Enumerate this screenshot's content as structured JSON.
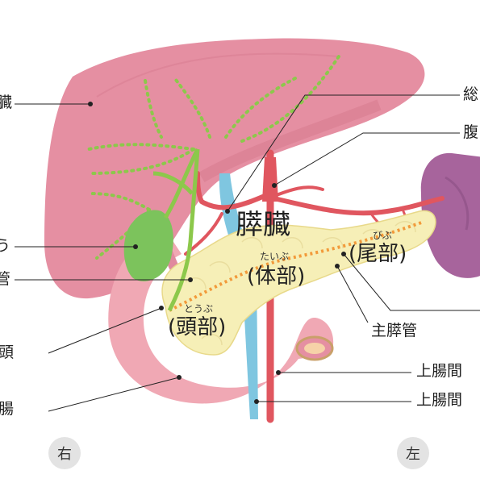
{
  "left_labels": {
    "liver": "臓",
    "gallbladder": "う",
    "bile_duct": "管",
    "pancreas_head": "頭",
    "duodenum": "腸"
  },
  "right_labels": {
    "common_hepatic_artery": "総",
    "celiac_artery": "腹",
    "main_pancreatic_duct": "主膵管",
    "sma": "上腸間",
    "smv": "上腸間"
  },
  "organ_labels": {
    "pancreas": "膵臓",
    "body_ruby": "たいぶ",
    "body": "(体部)",
    "tail_ruby": "びぶ",
    "tail": "(尾部)",
    "head_ruby": "とうぶ",
    "head": "(頭部)"
  },
  "orientation": {
    "right": "右",
    "left": "左"
  },
  "colors": {
    "liver": "#e58fa2",
    "liver_dark": "#cf6f85",
    "gallbladder": "#7cc35c",
    "bile_duct": "#8cc84b",
    "artery": "#e0565f",
    "vein": "#7fc6e0",
    "pancreas": "#f6efb7",
    "pancreatic_duct": "#f29a3a",
    "duodenum": "#f0a8b4",
    "spleen": "#a7649c",
    "orientation_circle": "#e3e3e3"
  }
}
